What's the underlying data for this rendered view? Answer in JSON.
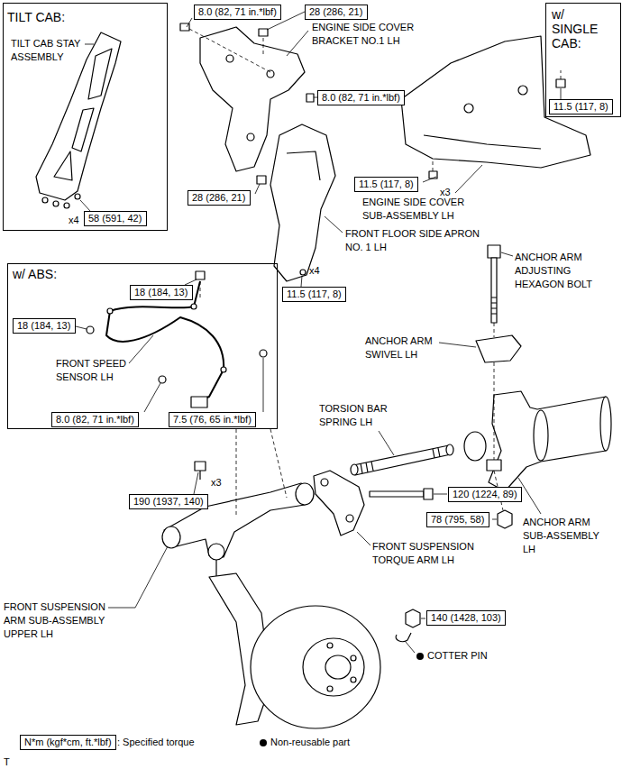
{
  "diagram": {
    "nodes": [
      {
        "text": [
          "TILT CAB:",
          "TILT CAB STAY ASSEMBLY",
          "x4"
        ]
      },
      {
        "text": [
          "58 (591, 42)"
        ],
        "in": 0
      },
      {
        "text": [
          "8.0 (82, 71 in.*lbf)"
        ]
      },
      {
        "text": [
          "28 (286, 21)"
        ]
      },
      {
        "text": [
          "w/ SINGLE CAB:"
        ]
      },
      {
        "text": [
          "11.5 (117, 8)"
        ],
        "in": 4
      },
      {
        "text": [
          "8.0 (82, 71 in.*lbf)"
        ]
      },
      {
        "text": [
          "11.5 (117, 8)"
        ]
      },
      {
        "text": [
          "28 (286, 21)"
        ]
      },
      {
        "text": [
          "w/ ABS:",
          "FRONT SPEED SENSOR LH"
        ]
      },
      {
        "text": [
          "18 (184, 13)"
        ],
        "in": 9
      },
      {
        "text": [
          "18 (184, 13)"
        ],
        "in": 9
      },
      {
        "text": [
          "8.0 (82, 71 in.*lbf)"
        ],
        "in": 9
      },
      {
        "text": [
          "7.5 (76, 65 in.*lbf)"
        ],
        "in": 9
      },
      {
        "text": [
          "11.5 (117, 8)"
        ]
      },
      {
        "text": [
          "120 (1224, 89)"
        ]
      },
      {
        "text": [
          "190 (1937, 140)"
        ]
      },
      {
        "text": [
          "78 (795, 58)"
        ]
      },
      {
        "text": [
          "140 (1428, 103)"
        ]
      },
      {
        "text": [
          "N*m (kgf*cm, ft.*lbf)"
        ]
      }
    ],
    "labels": [
      "ENGINE SIDE COVER BRACKET NO.1 LH",
      "x3",
      "ENGINE SIDE COVER SUB-ASSEMBLY LH",
      "FRONT FLOOR SIDE APRON NO. 1 LH",
      "ANCHOR ARM ADJUSTING HEXAGON BOLT",
      "x4",
      "ANCHOR ARM SWIVEL LH",
      "TORSION BAR SPRING LH",
      "x3",
      "ANCHOR ARM SUB-ASSEMBLY LH",
      "FRONT SUSPENSION TORQUE ARM LH",
      "FRONT SUSPENSION ARM SUB-ASSEMBLY UPPER LH",
      "COTTER PIN",
      "T"
    ],
    "legend": [
      {
        "text": ": Specified torque"
      },
      {
        "text": "Non-reusable part"
      }
    ]
  }
}
